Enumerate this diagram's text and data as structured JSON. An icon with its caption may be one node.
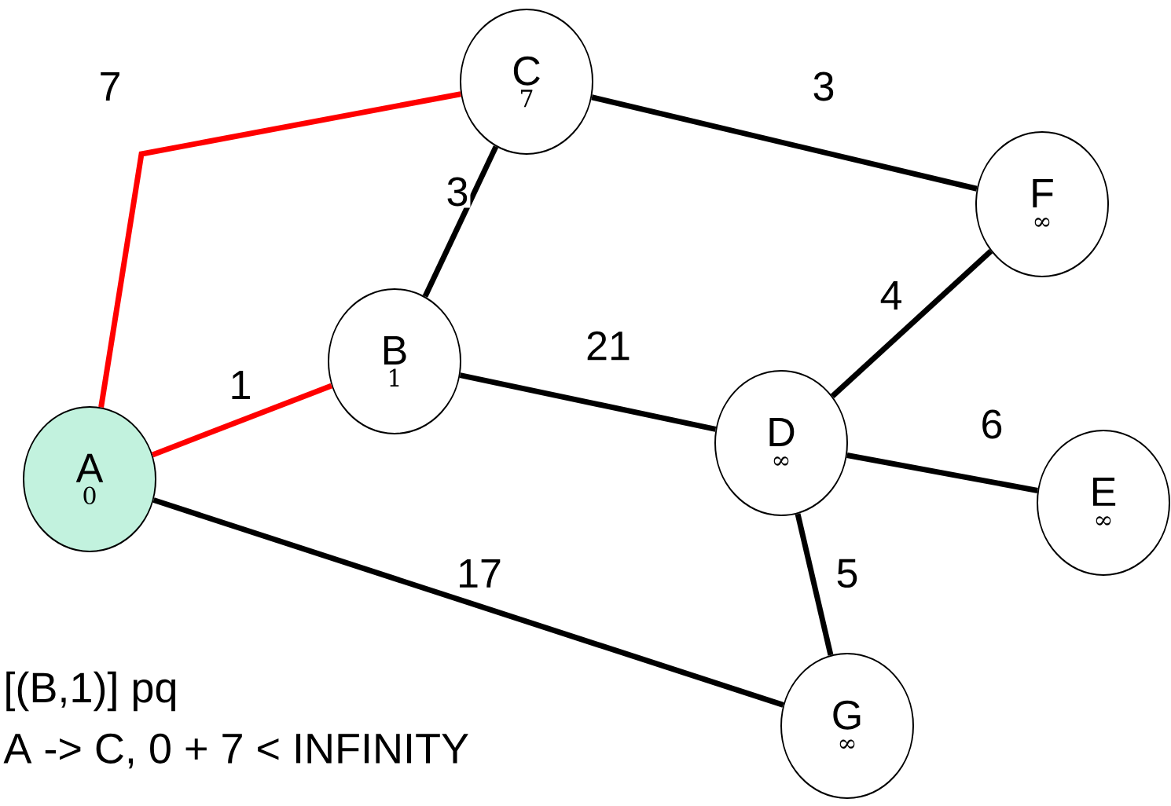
{
  "diagram": {
    "nodes": [
      {
        "text": [
          "A",
          "0"
        ]
      },
      {
        "text": [
          "B",
          "1"
        ]
      },
      {
        "text": [
          "C",
          "7"
        ]
      },
      {
        "text": [
          "F",
          "∞"
        ]
      },
      {
        "text": [
          "D",
          "∞"
        ]
      },
      {
        "text": [
          "E",
          "∞"
        ]
      },
      {
        "text": [
          "G",
          "∞"
        ]
      }
    ],
    "edges": [
      {
        "from": 0,
        "to": 2,
        "arrow": "none",
        "label": "7",
        "color": "#ff0000"
      },
      {
        "from": 0,
        "to": 1,
        "arrow": "none",
        "label": "1",
        "color": "#ff0000"
      },
      {
        "from": 1,
        "to": 2,
        "arrow": "none",
        "label": "3"
      },
      {
        "from": 2,
        "to": 3,
        "arrow": "none",
        "label": "3"
      },
      {
        "from": 1,
        "to": 4,
        "arrow": "none",
        "label": "21"
      },
      {
        "from": 4,
        "to": 3,
        "arrow": "none",
        "label": "4"
      },
      {
        "from": 4,
        "to": 5,
        "arrow": "none",
        "label": "6"
      },
      {
        "from": 4,
        "to": 6,
        "arrow": "none",
        "label": "5"
      },
      {
        "from": 0,
        "to": 6,
        "arrow": "none",
        "label": "17"
      }
    ],
    "labels": [
      "[(B,1)] pq",
      "A -> C, 0 + 7 < INFINITY"
    ]
  }
}
